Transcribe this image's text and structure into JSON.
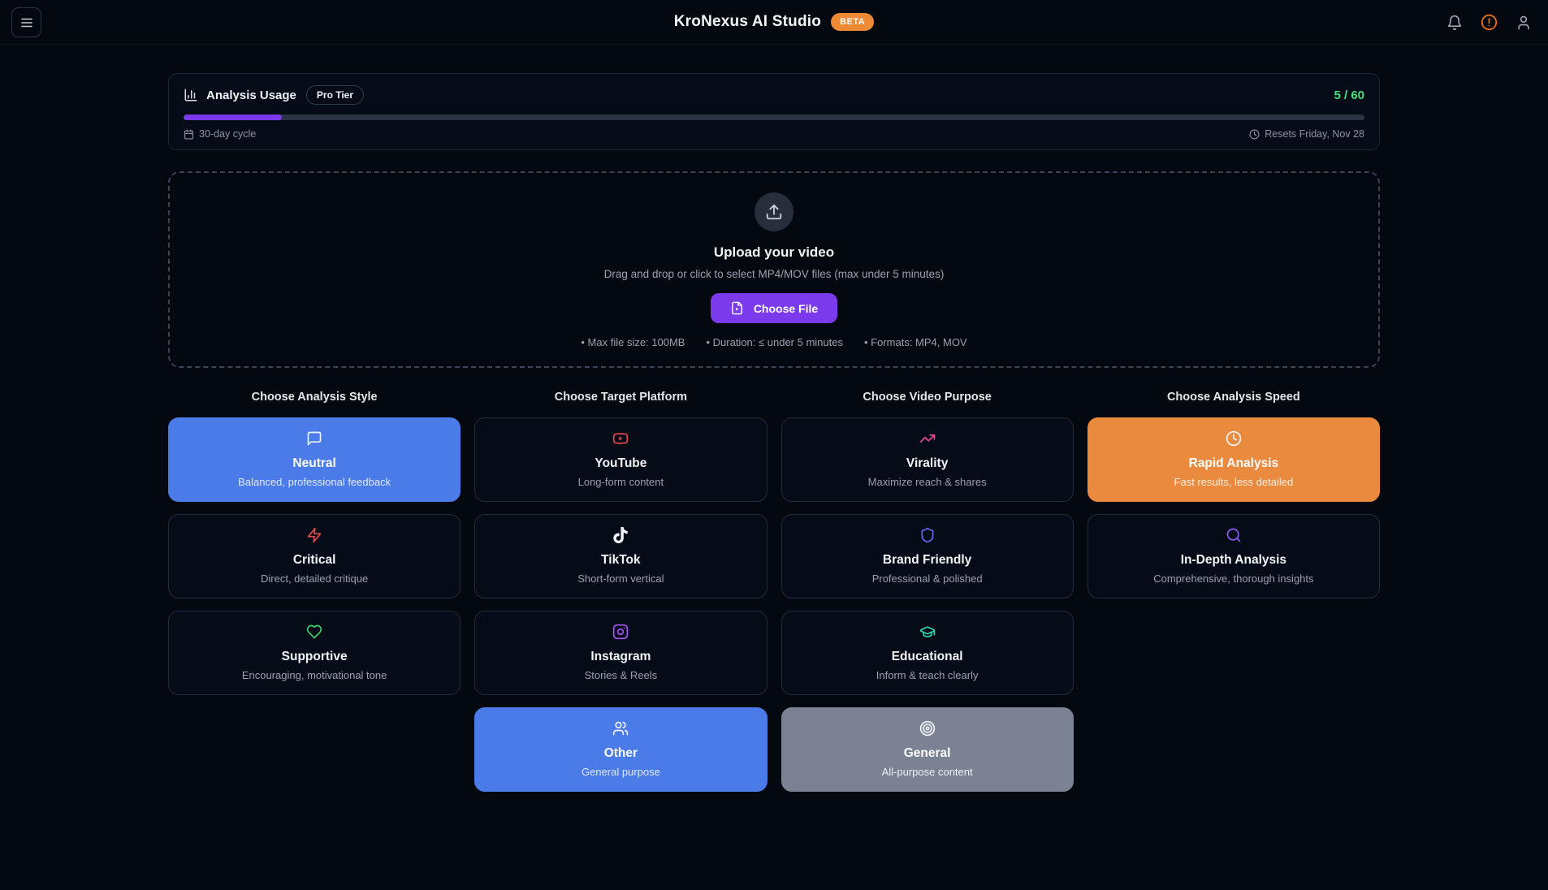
{
  "header": {
    "title": "KroNexus AI Studio",
    "beta_badge": "BETA",
    "icons": [
      "menu-icon",
      "bell-icon",
      "alert-circle-icon",
      "user-icon"
    ]
  },
  "usage": {
    "title": "Analysis Usage",
    "tier_badge": "Pro Tier",
    "count": "5 / 60",
    "progress_width": "8.3%",
    "cycle": "30-day cycle",
    "resets": "Resets Friday, Nov 28"
  },
  "upload": {
    "title": "Upload your video",
    "subtitle": "Drag and drop or click to select MP4/MOV files (max under 5 minutes)",
    "button_label": "Choose File",
    "meta": [
      "• Max file size: 100MB",
      "• Duration: ≤ under 5 minutes",
      "• Formats: MP4, MOV"
    ]
  },
  "columns": [
    {
      "header": "Choose Analysis Style",
      "cards": [
        {
          "title": "Neutral",
          "subtitle": "Balanced, professional feedback",
          "icon": "message-square-icon",
          "state": "selected-blue"
        },
        {
          "title": "Critical",
          "subtitle": "Direct, detailed critique",
          "icon": "zap-icon",
          "state": "default"
        },
        {
          "title": "Supportive",
          "subtitle": "Encouraging, motivational tone",
          "icon": "heart-icon",
          "state": "default"
        }
      ]
    },
    {
      "header": "Choose Target Platform",
      "cards": [
        {
          "title": "YouTube",
          "subtitle": "Long-form content",
          "icon": "youtube-icon",
          "state": "default"
        },
        {
          "title": "TikTok",
          "subtitle": "Short-form vertical",
          "icon": "tiktok-icon",
          "state": "default"
        },
        {
          "title": "Instagram",
          "subtitle": "Stories & Reels",
          "icon": "instagram-icon",
          "state": "default"
        },
        {
          "title": "Other",
          "subtitle": "General purpose",
          "icon": "users-icon",
          "state": "selected-blue"
        }
      ]
    },
    {
      "header": "Choose Video Purpose",
      "cards": [
        {
          "title": "Virality",
          "subtitle": "Maximize reach & shares",
          "icon": "trending-up-icon",
          "state": "default"
        },
        {
          "title": "Brand Friendly",
          "subtitle": "Professional & polished",
          "icon": "shield-icon",
          "state": "default"
        },
        {
          "title": "Educational",
          "subtitle": "Inform & teach clearly",
          "icon": "graduation-cap-icon",
          "state": "default"
        },
        {
          "title": "General",
          "subtitle": "All-purpose content",
          "icon": "target-icon",
          "state": "selected-gray"
        }
      ]
    },
    {
      "header": "Choose Analysis Speed",
      "cards": [
        {
          "title": "Rapid Analysis",
          "subtitle": "Fast results, less detailed",
          "icon": "clock-icon",
          "state": "selected-orange"
        },
        {
          "title": "In-Depth Analysis",
          "subtitle": "Comprehensive, thorough insights",
          "icon": "search-icon",
          "state": "default"
        }
      ]
    }
  ],
  "colors": {
    "background": "#04080f",
    "accent_purple": "#7c3aed",
    "selected_blue": "#4a7be8",
    "selected_orange": "#ea8a3e",
    "selected_gray": "#7b8293",
    "beta_orange": "#ed8a33",
    "count_green": "#4ade80",
    "alert_orange": "#f97316"
  }
}
